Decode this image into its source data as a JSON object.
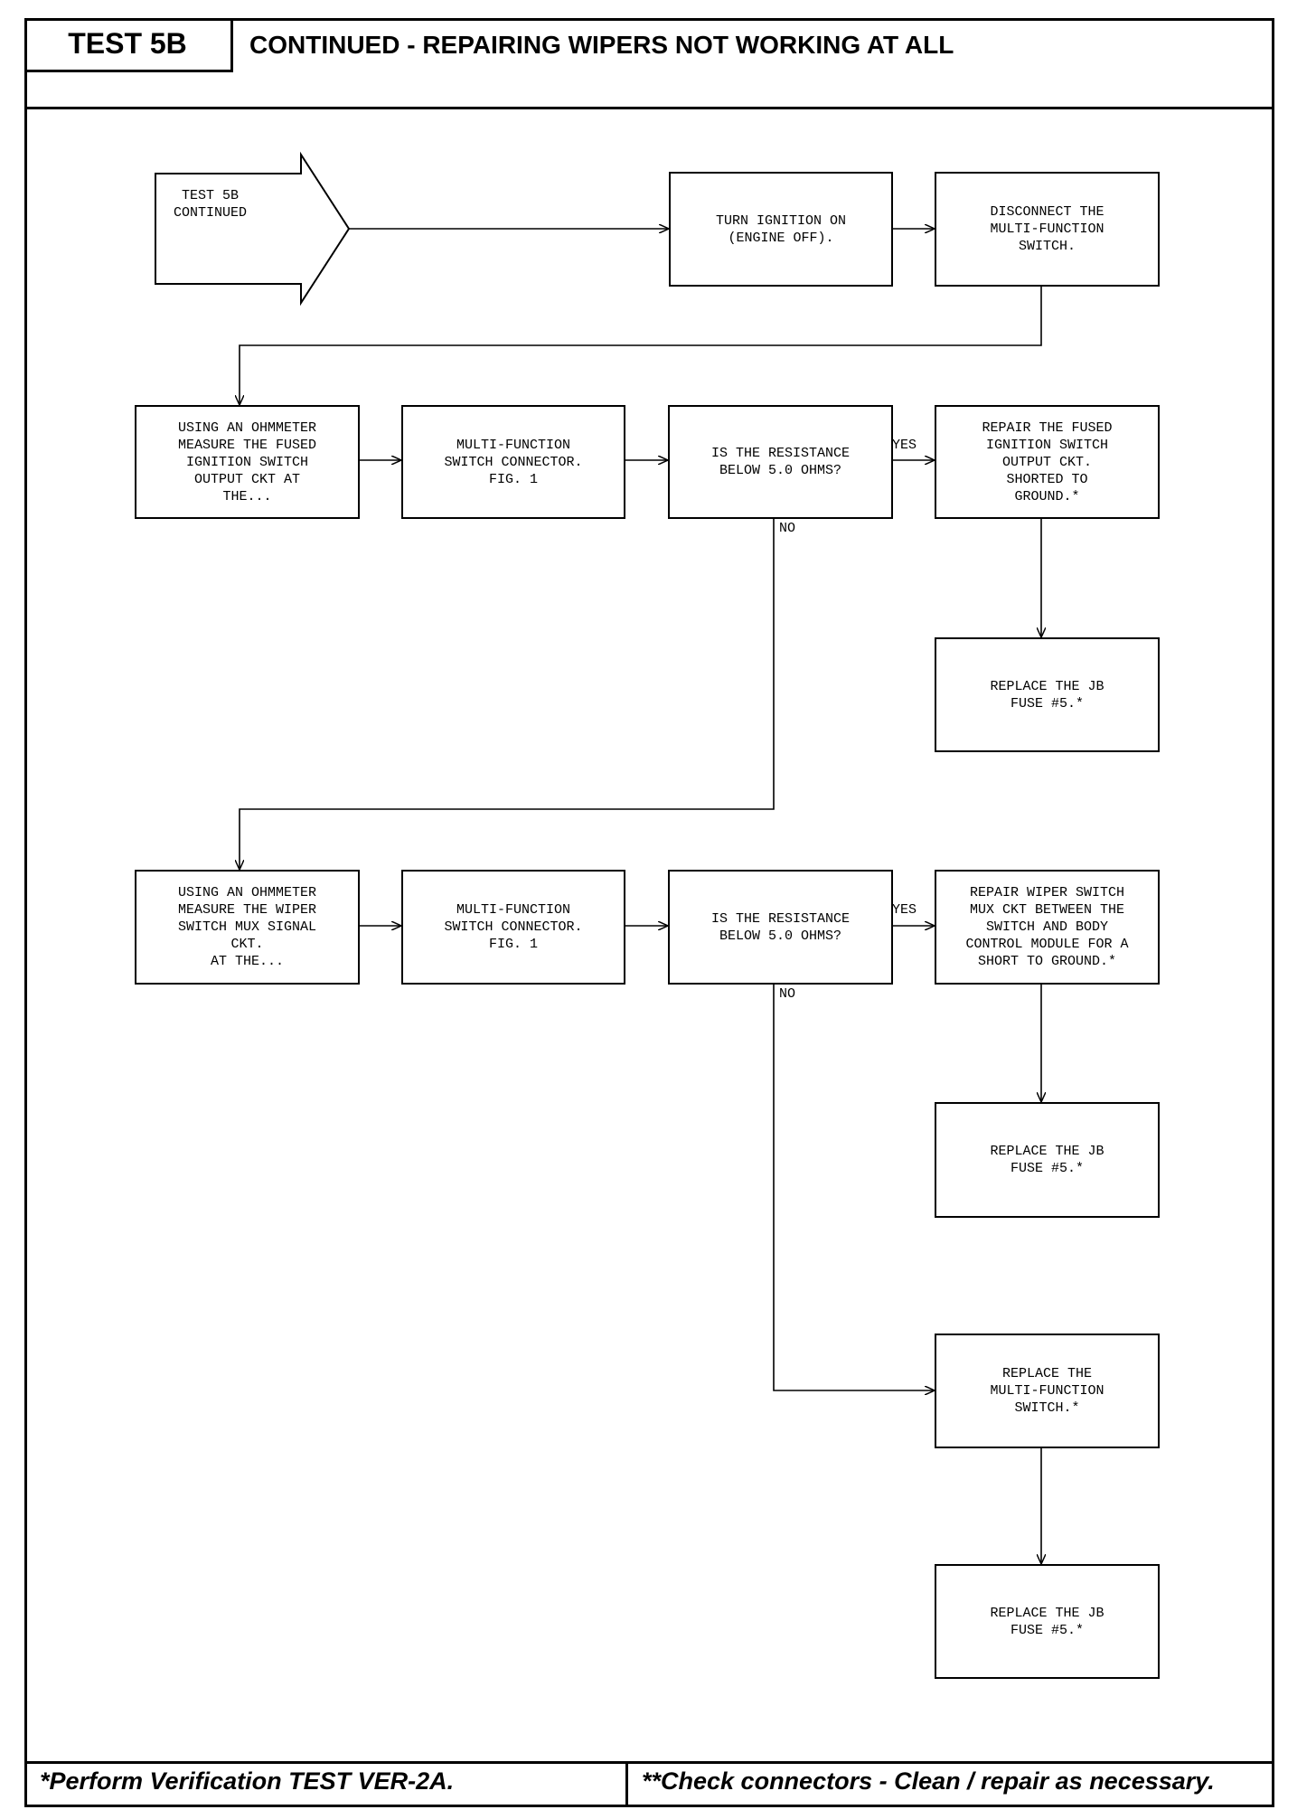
{
  "header": {
    "test_label": "TEST 5B",
    "title": "CONTINUED - REPAIRING WIPERS NOT WORKING AT ALL"
  },
  "start": {
    "label": "TEST 5B\nCONTINUED"
  },
  "steps": {
    "turn_ignition_on": "TURN IGNITION ON\n(ENGINE OFF).",
    "disconnect_switch": "DISCONNECT THE\nMULTI-FUNCTION\nSWITCH.",
    "measure_fused_ignition": "USING AN OHMMETER\nMEASURE THE FUSED\nIGNITION SWITCH\nOUTPUT CKT AT\nTHE...",
    "connector_1": "MULTI-FUNCTION\nSWITCH CONNECTOR.\nFIG. 1",
    "question_1": "IS THE RESISTANCE\nBELOW 5.0 OHMS?",
    "repair_fused_ignition": "REPAIR THE FUSED\nIGNITION SWITCH\nOUTPUT CKT.\nSHORTED TO\nGROUND.*",
    "replace_fuse_1": "REPLACE THE JB\nFUSE #5.*",
    "measure_wiper_mux": "USING AN OHMMETER\nMEASURE THE WIPER\nSWITCH MUX SIGNAL\nCKT.\nAT THE...",
    "connector_2": "MULTI-FUNCTION\nSWITCH CONNECTOR.\nFIG. 1",
    "question_2": "IS THE RESISTANCE\nBELOW 5.0 OHMS?",
    "repair_wiper_mux": "REPAIR WIPER SWITCH\nMUX CKT BETWEEN THE\nSWITCH AND BODY\nCONTROL MODULE FOR A\nSHORT TO GROUND.*",
    "replace_fuse_2": "REPLACE THE JB\nFUSE #5.*",
    "replace_switch": "REPLACE THE\nMULTI-FUNCTION\nSWITCH.*",
    "replace_fuse_3": "REPLACE THE JB\nFUSE #5.*"
  },
  "edge_labels": {
    "yes_1": "YES",
    "no_1": "NO",
    "yes_2": "YES",
    "no_2": "NO"
  },
  "footer": {
    "left": "*Perform Verification TEST VER-2A.",
    "right": "**Check connectors - Clean / repair as necessary."
  }
}
